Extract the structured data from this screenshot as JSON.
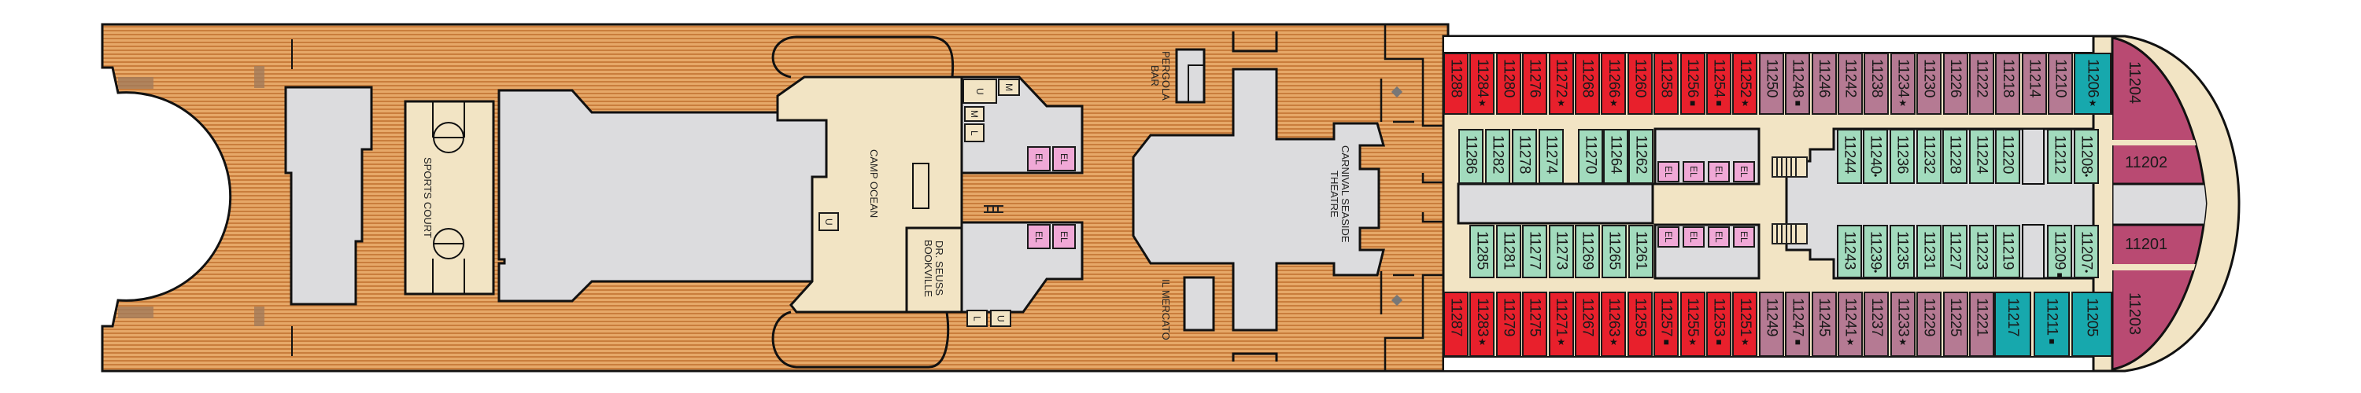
{
  "labels": {
    "sports_court": "SPORTS COURT",
    "camp_ocean": "CAMP OCEAN",
    "dr_seuss": [
      "DR. SEUSS",
      "BOOKVILLE"
    ],
    "pergola_bar": [
      "PERGOLA",
      "BAR"
    ],
    "il_mercato": "IL MERCATO",
    "theatre": [
      "CARNIVAL SEASIDE",
      "THEATRE"
    ]
  },
  "facility_codes": {
    "elevator": "EL",
    "u": "U",
    "m": "M",
    "l": "L"
  },
  "colors": {
    "red": "#e8202c",
    "mauve": "#b57a93",
    "mint": "#a2dbbd",
    "teal": "#17a8ad",
    "magenta": "#b94a72",
    "beige": "#f2e4c4",
    "gray": "#dcdcde",
    "wood": "#dc9550",
    "elevator": "#f0a8d6"
  },
  "cabins": {
    "top_outer": [
      {
        "num": "11288",
        "mark": "",
        "cat": "red"
      },
      {
        "num": "11284",
        "mark": "★",
        "cat": "red"
      },
      {
        "num": "11280",
        "mark": "",
        "cat": "red"
      },
      {
        "num": "11276",
        "mark": "",
        "cat": "red"
      },
      {
        "num": "11272",
        "mark": "★",
        "cat": "red"
      },
      {
        "num": "11268",
        "mark": "",
        "cat": "red"
      },
      {
        "num": "11266",
        "mark": "★",
        "cat": "red"
      },
      {
        "num": "11260",
        "mark": "",
        "cat": "red"
      },
      {
        "num": "11258",
        "mark": "",
        "cat": "red"
      },
      {
        "num": "11256",
        "mark": "■",
        "cat": "red"
      },
      {
        "num": "11254",
        "mark": "■",
        "cat": "red"
      },
      {
        "num": "11252",
        "mark": "★",
        "cat": "red"
      },
      {
        "num": "11250",
        "mark": "",
        "cat": "mauve"
      },
      {
        "num": "11248",
        "mark": "■",
        "cat": "mauve"
      },
      {
        "num": "11246",
        "mark": "",
        "cat": "mauve"
      },
      {
        "num": "11242",
        "mark": "",
        "cat": "mauve"
      },
      {
        "num": "11238",
        "mark": "",
        "cat": "mauve"
      },
      {
        "num": "11234",
        "mark": "★",
        "cat": "mauve"
      },
      {
        "num": "11230",
        "mark": "",
        "cat": "mauve"
      },
      {
        "num": "11226",
        "mark": "",
        "cat": "mauve"
      },
      {
        "num": "11222",
        "mark": "",
        "cat": "mauve"
      },
      {
        "num": "11218",
        "mark": "",
        "cat": "mauve"
      },
      {
        "num": "11214",
        "mark": "",
        "cat": "mauve"
      },
      {
        "num": "11210",
        "mark": "",
        "cat": "mauve"
      },
      {
        "num": "11206",
        "mark": "★",
        "cat": "teal"
      }
    ],
    "top_inner": [
      {
        "num": "11286",
        "mark": "",
        "cat": "mint"
      },
      {
        "num": "11282",
        "mark": "",
        "cat": "mint"
      },
      {
        "num": "11278",
        "mark": "",
        "cat": "mint"
      },
      {
        "num": "11274",
        "mark": "",
        "cat": "mint"
      },
      {
        "num": "11270",
        "mark": "",
        "cat": "mint"
      },
      {
        "num": "11264",
        "mark": "",
        "cat": "mint"
      },
      {
        "num": "11262",
        "mark": "",
        "cat": "mint"
      },
      {
        "num": "11244",
        "mark": "",
        "cat": "mint"
      },
      {
        "num": "11240",
        "mark": "•",
        "cat": "mint"
      },
      {
        "num": "11236",
        "mark": "",
        "cat": "mint"
      },
      {
        "num": "11232",
        "mark": "",
        "cat": "mint"
      },
      {
        "num": "11228",
        "mark": "",
        "cat": "mint"
      },
      {
        "num": "11224",
        "mark": "",
        "cat": "mint"
      },
      {
        "num": "11220",
        "mark": "",
        "cat": "mint"
      },
      {
        "num": "11212",
        "mark": "",
        "cat": "mint"
      },
      {
        "num": "11208",
        "mark": "•",
        "cat": "mint"
      }
    ],
    "bottom_inner": [
      {
        "num": "11285",
        "mark": "",
        "cat": "mint"
      },
      {
        "num": "11281",
        "mark": "",
        "cat": "mint"
      },
      {
        "num": "11277",
        "mark": "",
        "cat": "mint"
      },
      {
        "num": "11273",
        "mark": "",
        "cat": "mint"
      },
      {
        "num": "11269",
        "mark": "",
        "cat": "mint"
      },
      {
        "num": "11265",
        "mark": "",
        "cat": "mint"
      },
      {
        "num": "11261",
        "mark": "",
        "cat": "mint"
      },
      {
        "num": "11243",
        "mark": "",
        "cat": "mint"
      },
      {
        "num": "11239",
        "mark": "•",
        "cat": "mint"
      },
      {
        "num": "11235",
        "mark": "",
        "cat": "mint"
      },
      {
        "num": "11231",
        "mark": "",
        "cat": "mint"
      },
      {
        "num": "11227",
        "mark": "",
        "cat": "mint"
      },
      {
        "num": "11223",
        "mark": "",
        "cat": "mint"
      },
      {
        "num": "11219",
        "mark": "",
        "cat": "mint"
      },
      {
        "num": "11209",
        "mark": "■",
        "cat": "mint"
      },
      {
        "num": "11207",
        "mark": "•",
        "cat": "mint"
      }
    ],
    "bottom_outer": [
      {
        "num": "11287",
        "mark": "",
        "cat": "red"
      },
      {
        "num": "11283",
        "mark": "★",
        "cat": "red"
      },
      {
        "num": "11279",
        "mark": "",
        "cat": "red"
      },
      {
        "num": "11275",
        "mark": "",
        "cat": "red"
      },
      {
        "num": "11271",
        "mark": "★",
        "cat": "red"
      },
      {
        "num": "11267",
        "mark": "",
        "cat": "red"
      },
      {
        "num": "11263",
        "mark": "★",
        "cat": "red"
      },
      {
        "num": "11259",
        "mark": "",
        "cat": "red"
      },
      {
        "num": "11257",
        "mark": "■",
        "cat": "red"
      },
      {
        "num": "11255",
        "mark": "★",
        "cat": "red"
      },
      {
        "num": "11253",
        "mark": "■",
        "cat": "red"
      },
      {
        "num": "11251",
        "mark": "★",
        "cat": "red"
      },
      {
        "num": "11249",
        "mark": "",
        "cat": "mauve"
      },
      {
        "num": "11247",
        "mark": "■",
        "cat": "mauve"
      },
      {
        "num": "11245",
        "mark": "",
        "cat": "mauve"
      },
      {
        "num": "11241",
        "mark": "★",
        "cat": "mauve"
      },
      {
        "num": "11237",
        "mark": "",
        "cat": "mauve"
      },
      {
        "num": "11233",
        "mark": "★",
        "cat": "mauve"
      },
      {
        "num": "11229",
        "mark": "",
        "cat": "mauve"
      },
      {
        "num": "11225",
        "mark": "",
        "cat": "mauve"
      },
      {
        "num": "11221",
        "mark": "",
        "cat": "mauve"
      },
      {
        "num": "11217",
        "mark": "",
        "cat": "teal"
      },
      {
        "num": "11211",
        "mark": "■",
        "cat": "teal"
      },
      {
        "num": "11205",
        "mark": "",
        "cat": "teal"
      }
    ],
    "forward": {
      "c11204": "11204",
      "c11202": "11202",
      "c11201": "11201",
      "c11203": "11203"
    }
  }
}
